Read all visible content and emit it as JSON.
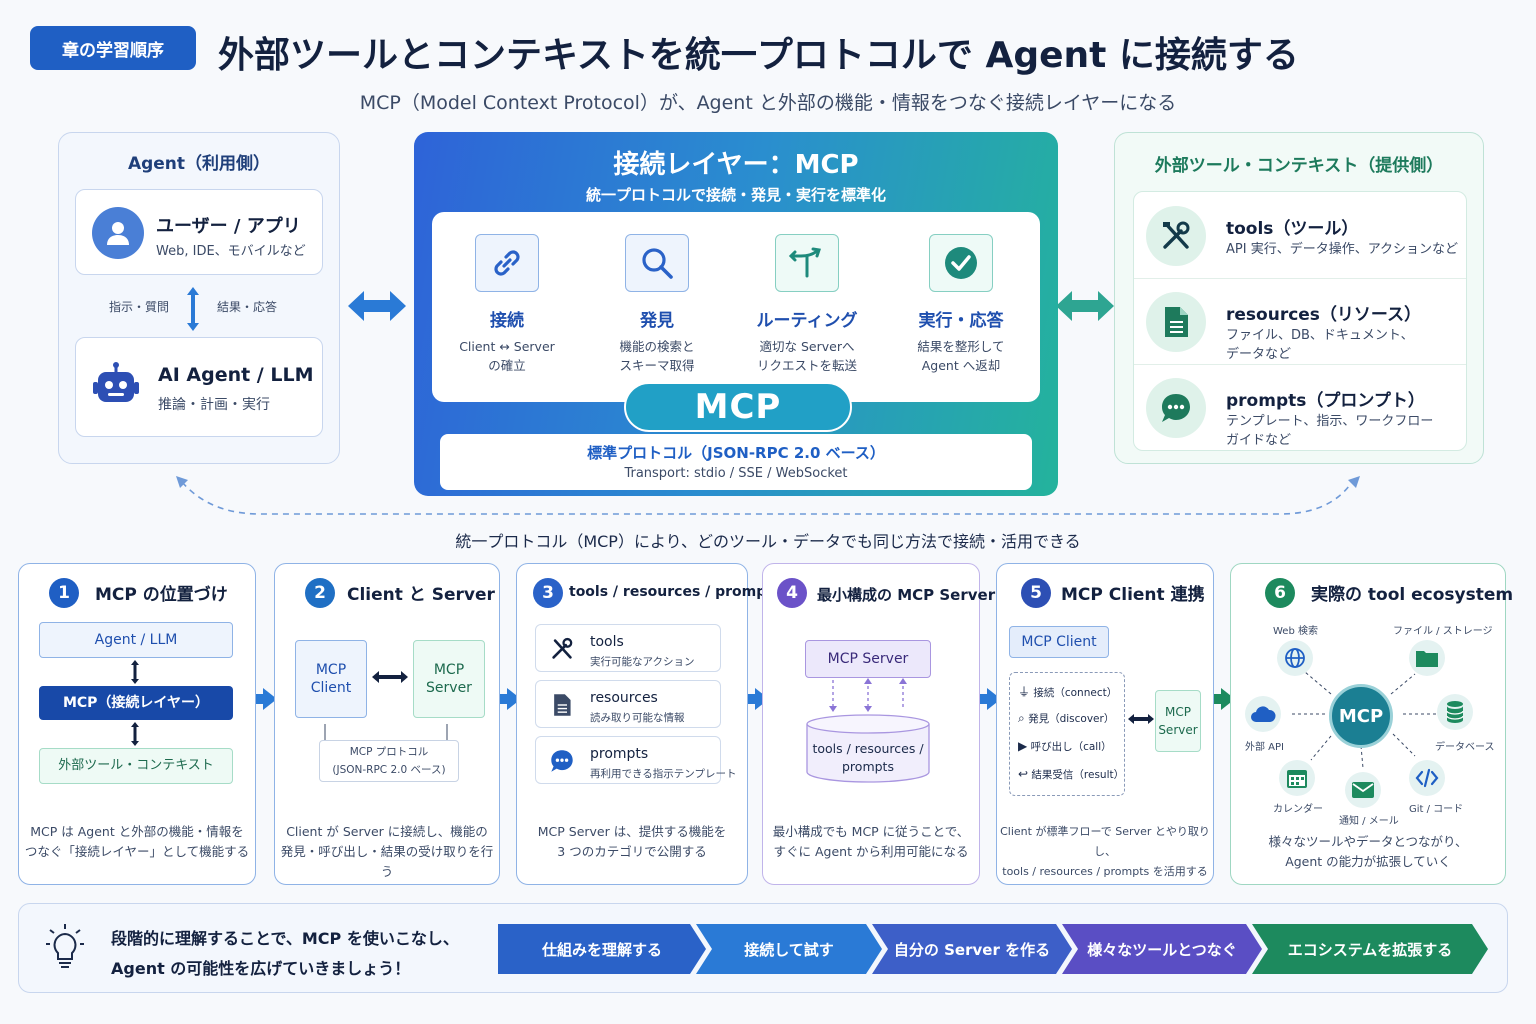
{
  "header": {
    "badge": "章の学習順序",
    "title": "外部ツールとコンテキストを統一プロトコルで Agent に接続する",
    "subtitle": "MCP（Model Context Protocol）が、Agent と外部の機能・情報をつなぐ接続レイヤーになる"
  },
  "agent_side": {
    "title": "Agent（利用側）",
    "user": {
      "title": "ユーザー / アプリ",
      "desc": "Web, IDE、モバイルなど"
    },
    "left_label": "指示・質問",
    "right_label": "結果・応答",
    "agent": {
      "title": "AI Agent / LLM",
      "desc": "推論・計画・実行"
    }
  },
  "mcp_layer": {
    "title": "接続レイヤー：MCP",
    "subtitle": "統一プロトコルで接続・発見・実行を標準化",
    "steps": [
      {
        "title": "接続",
        "desc1": "Client ↔ Server",
        "desc2": "の確立",
        "icon": "link-icon"
      },
      {
        "title": "発見",
        "desc1": "機能の検索と",
        "desc2": "スキーマ取得",
        "icon": "search-icon"
      },
      {
        "title": "ルーティング",
        "desc1": "適切な Serverへ",
        "desc2": "リクエストを転送",
        "icon": "route-icon"
      },
      {
        "title": "実行・応答",
        "desc1": "結果を整形して",
        "desc2": "Agent へ返却",
        "icon": "check-icon"
      }
    ],
    "pill": "MCP",
    "standard": "標準プロトコル（JSON-RPC 2.0 ベース）",
    "transport": "Transport: stdio / SSE / WebSocket"
  },
  "provider_side": {
    "title": "外部ツール・コンテキスト（提供側）",
    "items": [
      {
        "title": "tools（ツール）",
        "desc1": "API 実行、データ操作、アクションなど",
        "desc2": "",
        "icon": "tools-icon"
      },
      {
        "title": "resources（リソース）",
        "desc1": "ファイル、DB、ドキュメント、",
        "desc2": "データなど",
        "icon": "document-icon"
      },
      {
        "title": "prompts（プロンプト）",
        "desc1": "テンプレート、指示、ワークフロー",
        "desc2": "ガイドなど",
        "icon": "chat-icon"
      }
    ]
  },
  "mid_note": "統一プロトコル（MCP）により、どのツール・データでも同じ方法で接続・活用できる",
  "panels": [
    {
      "num": "1",
      "title": "MCP の位置づけ",
      "b1": "Agent / LLM",
      "b2": "MCP（接続レイヤー）",
      "b3": "外部ツール・コンテキスト",
      "desc1": "MCP は Agent と外部の機能・情報を",
      "desc2": "つなぐ「接続レイヤー」として機能する",
      "color": "#1f5fc4"
    },
    {
      "num": "2",
      "title": "Client と Server",
      "client": "MCP\nClient",
      "server": "MCP\nServer",
      "proto1": "MCP プロトコル",
      "proto2": "(JSON-RPC 2.0 ベース)",
      "desc1": "Client が Server に接続し、機能の",
      "desc2": "発見・呼び出し・結果の受け取りを行う",
      "color": "#1f6fc4"
    },
    {
      "num": "3",
      "title": "tools / resources / prompts",
      "items": [
        {
          "t": "tools",
          "d": "実行可能なアクション"
        },
        {
          "t": "resources",
          "d": "読み取り可能な情報"
        },
        {
          "t": "prompts",
          "d": "再利用できる指示テンプレート"
        }
      ],
      "desc1": "MCP Server は、提供する機能を",
      "desc2": "3 つのカテゴリで公開する",
      "color": "#2a62c8"
    },
    {
      "num": "4",
      "title": "最小構成の MCP Server",
      "server": "MCP Server",
      "store1": "tools / resources /",
      "store2": "prompts",
      "desc1": "最小構成でも MCP に従うことで、",
      "desc2": "すぐに Agent から利用可能になる",
      "color": "#6b52c8"
    },
    {
      "num": "5",
      "title": "MCP Client 連携",
      "client": "MCP Client",
      "ops": [
        "接続（connect）",
        "発見（discover）",
        "呼び出し（call）",
        "結果受信（result）"
      ],
      "server": "MCP\nServer",
      "desc1": "Client が標準フローで Server とやり取りし、",
      "desc2": "tools / resources / prompts を活用する",
      "color": "#2d4fb4"
    },
    {
      "num": "6",
      "title": "実際の tool ecosystem",
      "hub": "MCP",
      "nodes": [
        "Web 検索",
        "ファイル / ストレージ",
        "データベース",
        "Git / コード",
        "通知 / メール",
        "カレンダー",
        "外部 API"
      ],
      "desc1": "様々なツールやデータとつながり、",
      "desc2": "Agent の能力が拡張していく",
      "color": "#1d8a5e"
    }
  ],
  "footer": {
    "line1": "段階的に理解することで、MCP を使いこなし、",
    "line2": "Agent の可能性を広げていきましょう！",
    "steps": [
      "仕組みを理解する",
      "接続して試す",
      "自分の Server を作る",
      "様々なツールとつなぐ",
      "エコシステムを拡張する"
    ]
  }
}
